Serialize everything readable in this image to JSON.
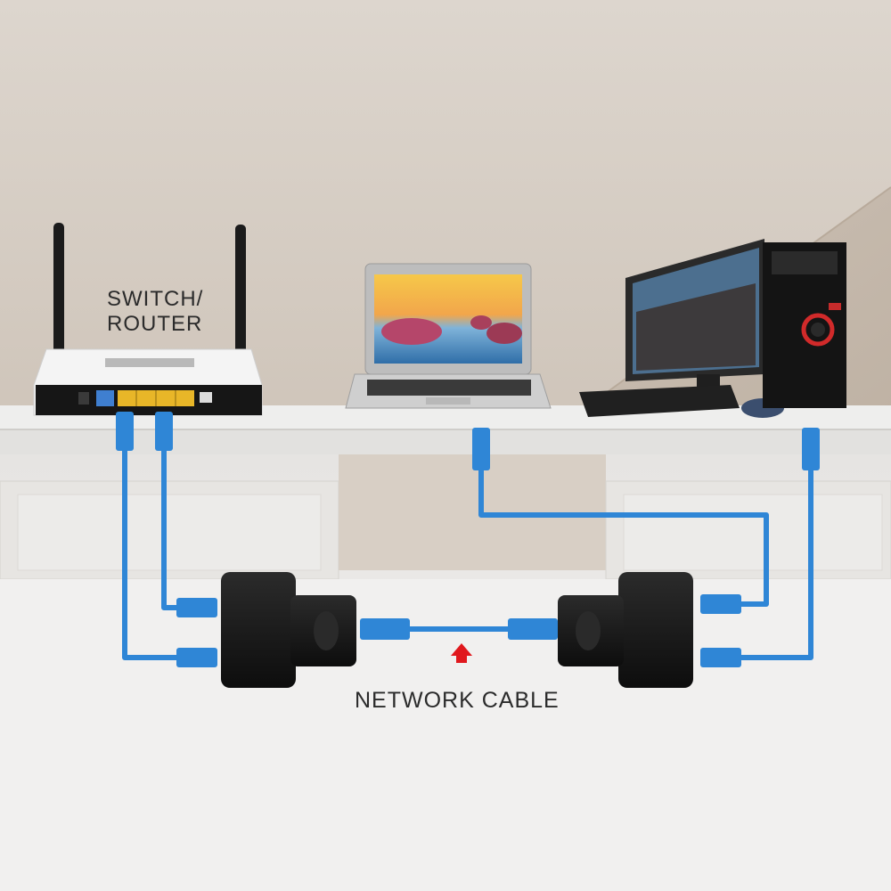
{
  "labels": {
    "router_line1": "SWITCH/",
    "router_line2": "ROUTER",
    "network_cable": "NETWORK CABLE"
  },
  "colors": {
    "cable": "#2f86d6",
    "connector": "#141414",
    "arrow": "#e0181d",
    "router_ports": "#e8b628",
    "wall": "#d9d2ca",
    "shelf": "#e9e8e6"
  },
  "devices": [
    "switch-router",
    "laptop",
    "desktop-pc",
    "rj45-splitter-left",
    "rj45-splitter-right"
  ]
}
